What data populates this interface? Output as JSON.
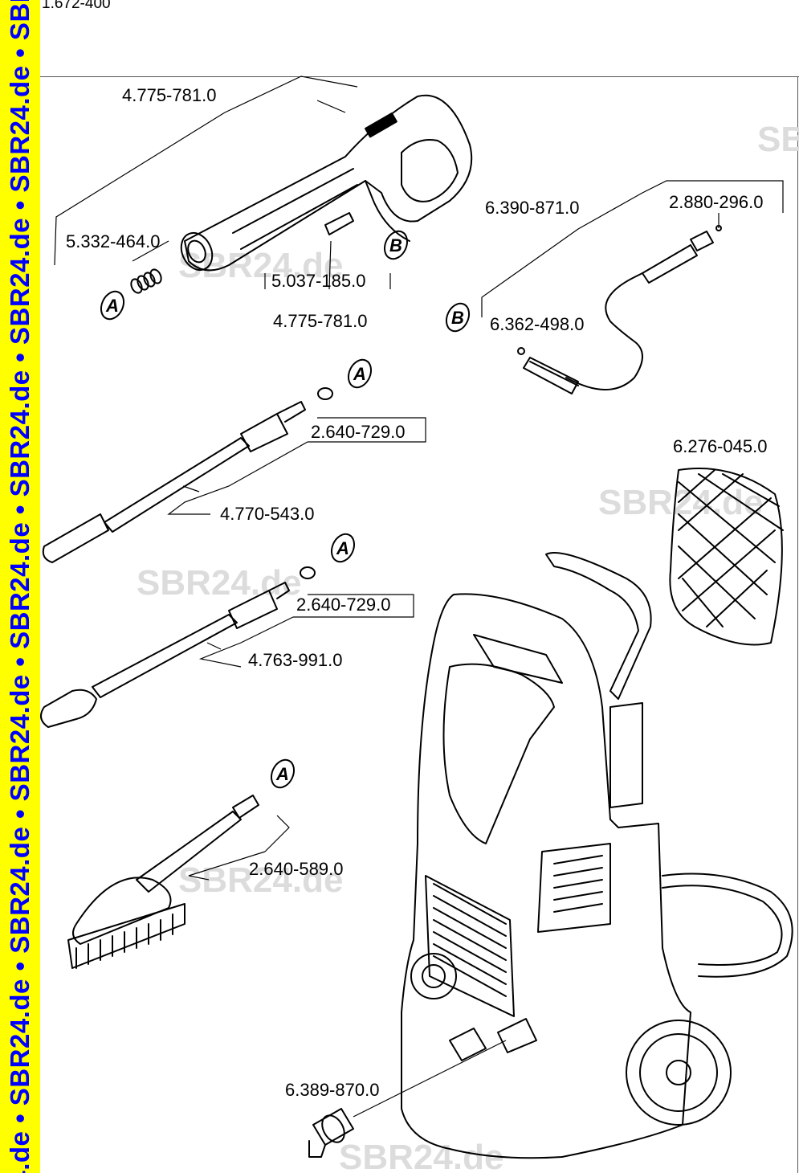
{
  "document_id": "1.672-400",
  "side_band_text": "R24.de • SBR24.de • SBR24.de • SBR24.de • SBR24.de • SBR24.de • SBR24.de • SBR24.de • SBR24",
  "watermark": "SBR24.de",
  "parts": {
    "gun_top": "4.775-781.0",
    "spring": "5.332-464.0",
    "clip": "5.037-185.0",
    "gun_bottom": "4.775-781.0",
    "hose": "6.390-871.0",
    "hose_coupling": "2.880-296.0",
    "hose_oring": "6.362-498.0",
    "filter": "6.276-045.0",
    "adapter_1": "2.640-729.0",
    "lance_1": "4.770-543.0",
    "adapter_2": "2.640-729.0",
    "lance_2": "4.763-991.0",
    "brush": "2.640-589.0",
    "inlet": "6.389-870.0"
  },
  "callouts": {
    "a": "A",
    "b": "B"
  }
}
